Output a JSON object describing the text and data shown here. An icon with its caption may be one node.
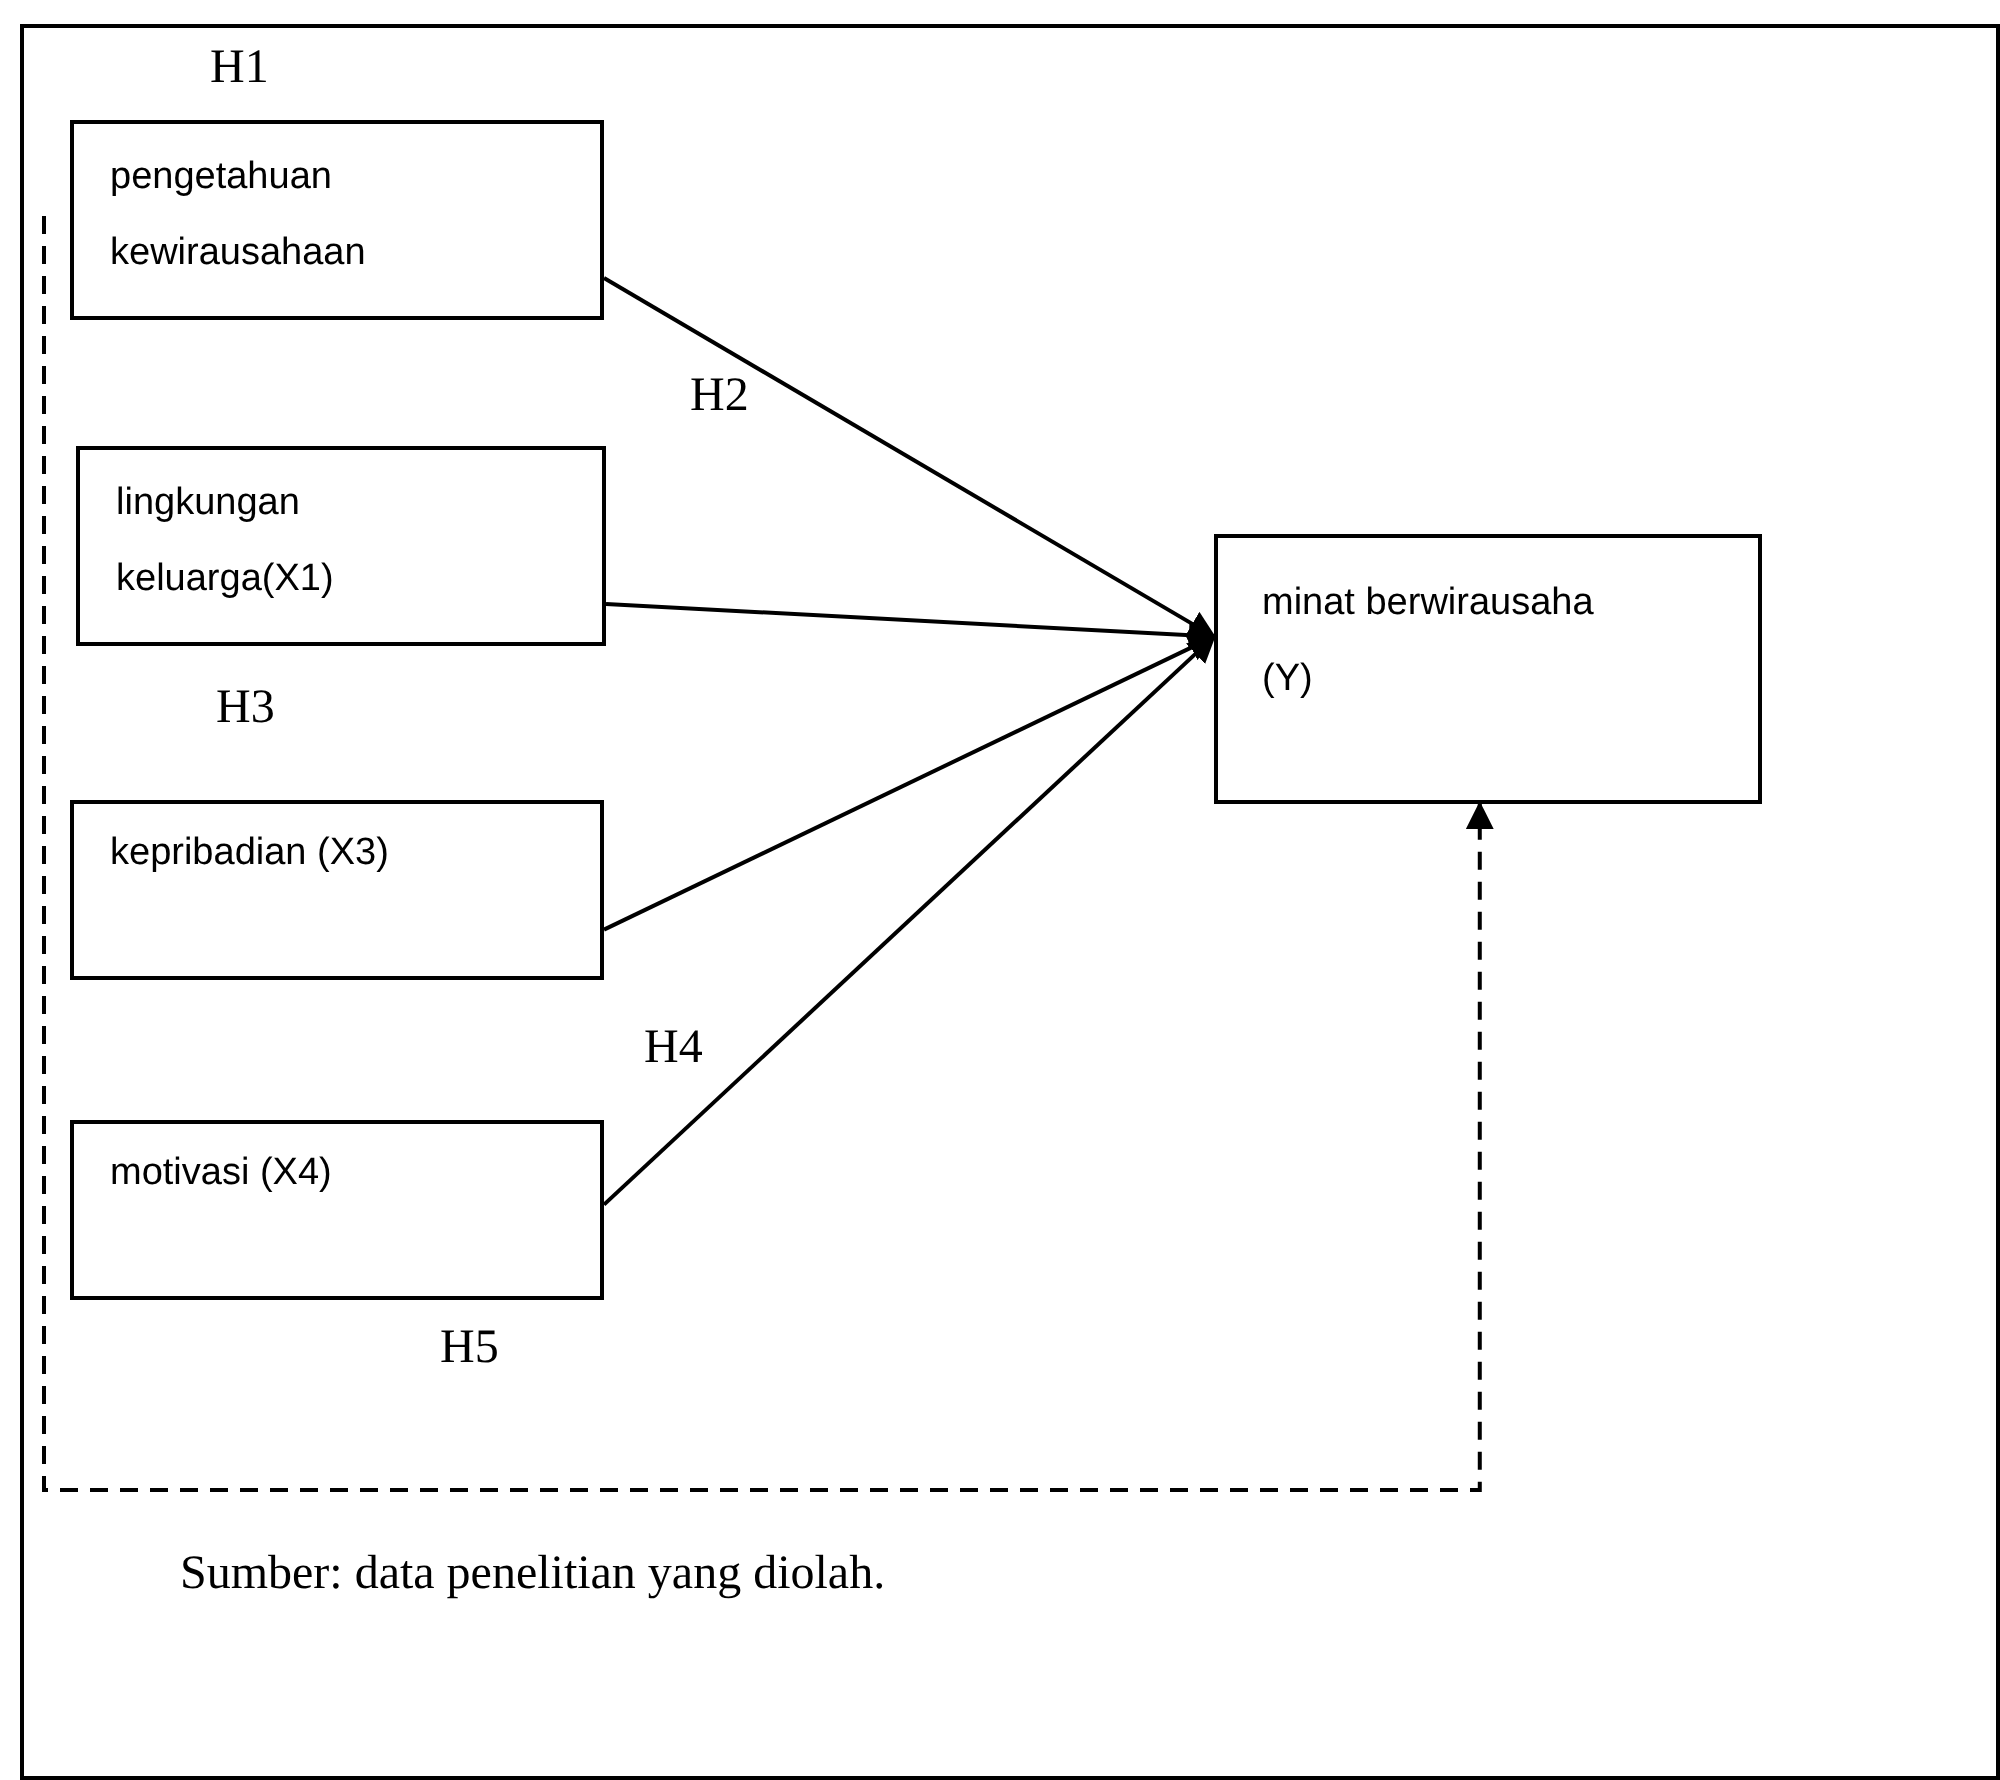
{
  "diagram": {
    "caption": "Sumber: data penelitian yang diolah.",
    "nodes": [
      {
        "text": [
          "pengetahuan kewirausahaan"
        ]
      },
      {
        "text": [
          "lingkungan keluarga(X1)"
        ]
      },
      {
        "text": [
          "kepribadian (X3)"
        ]
      },
      {
        "text": [
          "motivasi (X4)"
        ]
      },
      {
        "text": [
          "minat berwirausaha (Y)"
        ]
      }
    ],
    "edges": [
      {
        "from": 0,
        "to": 4,
        "arrow": "to"
      },
      {
        "from": 1,
        "to": 4,
        "arrow": "to"
      },
      {
        "from": 2,
        "to": 4,
        "arrow": "to"
      },
      {
        "from": 3,
        "to": 4,
        "arrow": "to"
      },
      {
        "from": null,
        "to": 4,
        "arrow": "to",
        "style": "dashed"
      }
    ],
    "labels": [
      "H1",
      "H2",
      "H3",
      "H4",
      "H5"
    ]
  }
}
